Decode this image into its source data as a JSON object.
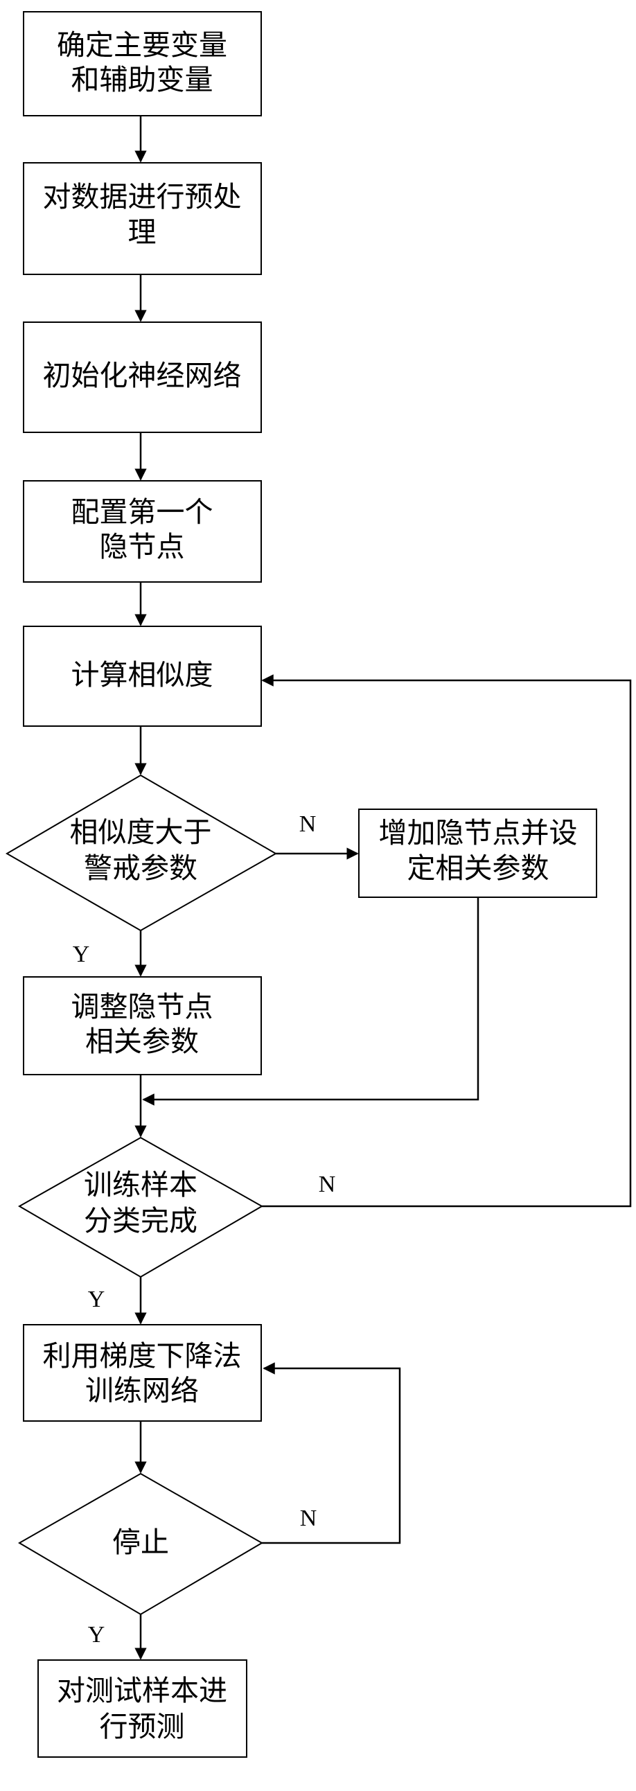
{
  "nodes": {
    "define_vars": {
      "lines": [
        "确定主要变量",
        "和辅助变量"
      ]
    },
    "preprocess": {
      "lines": [
        "对数据进行预处",
        "理"
      ]
    },
    "init_nn": {
      "lines": [
        "初始化神经网络"
      ]
    },
    "config_hidden": {
      "lines": [
        "配置第一个",
        "隐节点"
      ]
    },
    "calc_sim": {
      "lines": [
        "计算相似度"
      ]
    },
    "sim_check": {
      "lines": [
        "相似度大于",
        "警戒参数"
      ]
    },
    "add_hidden": {
      "lines": [
        "增加隐节点并设",
        "定相关参数"
      ]
    },
    "adjust_hidden": {
      "lines": [
        "调整隐节点",
        "相关参数"
      ]
    },
    "train_done": {
      "lines": [
        "训练样本",
        "分类完成"
      ]
    },
    "gradient": {
      "lines": [
        "利用梯度下降法",
        "训练网络"
      ]
    },
    "stop": {
      "lines": [
        "停止"
      ]
    },
    "predict": {
      "lines": [
        "对测试样本进",
        "行预测"
      ]
    }
  },
  "edge_labels": {
    "sim_no": "N",
    "sim_yes": "Y",
    "train_no": "N",
    "train_yes": "Y",
    "stop_no": "N",
    "stop_yes": "Y"
  }
}
